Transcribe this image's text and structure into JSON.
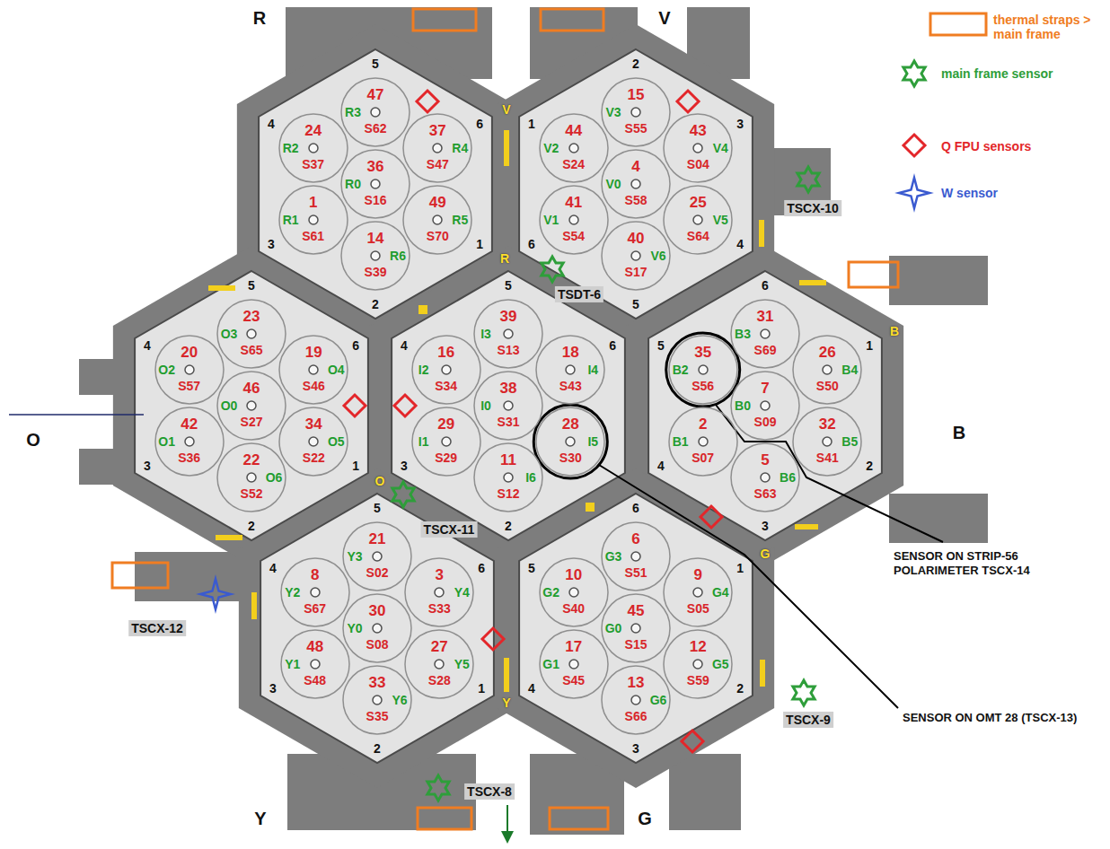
{
  "diagram": {
    "nodes": [
      {
        "text": [
          "47",
          "R3",
          "S62"
        ]
      },
      {
        "text": [
          "24",
          "R2",
          "S37"
        ]
      },
      {
        "text": [
          "37",
          "R4",
          "S47"
        ]
      },
      {
        "text": [
          "36",
          "R0",
          "S16"
        ]
      },
      {
        "text": [
          "1",
          "R1",
          "S61"
        ]
      },
      {
        "text": [
          "49",
          "R5",
          "S70"
        ]
      },
      {
        "text": [
          "14",
          "R6",
          "S39"
        ]
      },
      {
        "text": [
          "15",
          "V3",
          "S55"
        ]
      },
      {
        "text": [
          "44",
          "V2",
          "S24"
        ]
      },
      {
        "text": [
          "43",
          "V4",
          "S04"
        ]
      },
      {
        "text": [
          "4",
          "V0",
          "S58"
        ]
      },
      {
        "text": [
          "41",
          "V1",
          "S54"
        ]
      },
      {
        "text": [
          "25",
          "V5",
          "S64"
        ]
      },
      {
        "text": [
          "40",
          "V6",
          "S17"
        ]
      },
      {
        "text": [
          "23",
          "O3",
          "S65"
        ]
      },
      {
        "text": [
          "20",
          "O2",
          "S57"
        ]
      },
      {
        "text": [
          "19",
          "O4",
          "S46"
        ]
      },
      {
        "text": [
          "46",
          "O0",
          "S27"
        ]
      },
      {
        "text": [
          "42",
          "O1",
          "S36"
        ]
      },
      {
        "text": [
          "34",
          "O5",
          "S22"
        ]
      },
      {
        "text": [
          "22",
          "O6",
          "S52"
        ]
      },
      {
        "text": [
          "39",
          "I3",
          "S13"
        ]
      },
      {
        "text": [
          "16",
          "I2",
          "S34"
        ]
      },
      {
        "text": [
          "18",
          "I4",
          "S43"
        ]
      },
      {
        "text": [
          "38",
          "I0",
          "S31"
        ]
      },
      {
        "text": [
          "29",
          "I1",
          "S29"
        ]
      },
      {
        "text": [
          "28",
          "I5",
          "S30"
        ]
      },
      {
        "text": [
          "11",
          "I6",
          "S12"
        ]
      },
      {
        "text": [
          "31",
          "B3",
          "S69"
        ]
      },
      {
        "text": [
          "35",
          "B2",
          "S56"
        ]
      },
      {
        "text": [
          "26",
          "B4",
          "S50"
        ]
      },
      {
        "text": [
          "7",
          "B0",
          "S09"
        ]
      },
      {
        "text": [
          "2",
          "B1",
          "S07"
        ]
      },
      {
        "text": [
          "32",
          "B5",
          "S41"
        ]
      },
      {
        "text": [
          "5",
          "B6",
          "S63"
        ]
      },
      {
        "text": [
          "21",
          "Y3",
          "S02"
        ]
      },
      {
        "text": [
          "8",
          "Y2",
          "S67"
        ]
      },
      {
        "text": [
          "3",
          "Y4",
          "S33"
        ]
      },
      {
        "text": [
          "30",
          "Y0",
          "S08"
        ]
      },
      {
        "text": [
          "48",
          "Y1",
          "S48"
        ]
      },
      {
        "text": [
          "27",
          "Y5",
          "S28"
        ]
      },
      {
        "text": [
          "33",
          "Y6",
          "S35"
        ]
      },
      {
        "text": [
          "6",
          "G3",
          "S51"
        ]
      },
      {
        "text": [
          "10",
          "G2",
          "S40"
        ]
      },
      {
        "text": [
          "9",
          "G4",
          "S05"
        ]
      },
      {
        "text": [
          "45",
          "G0",
          "S15"
        ]
      },
      {
        "text": [
          "17",
          "G1",
          "S45"
        ]
      },
      {
        "text": [
          "12",
          "G5",
          "S59"
        ]
      },
      {
        "text": [
          "13",
          "G6",
          "S66"
        ]
      }
    ],
    "labels": [
      "R",
      "V",
      "O",
      "B",
      "Y",
      "G",
      "V",
      "R",
      "O",
      "B",
      "G",
      "Y",
      "5",
      "6",
      "1",
      "2",
      "3",
      "4",
      "2",
      "3",
      "4",
      "5",
      "6",
      "1",
      "5",
      "6",
      "1",
      "2",
      "3",
      "4",
      "5",
      "6",
      "2",
      "3",
      "4",
      "6",
      "1",
      "2",
      "3",
      "4",
      "5",
      "5",
      "6",
      "1",
      "2",
      "3",
      "4",
      "6",
      "1",
      "2",
      "3",
      "4",
      "5",
      "TSCX-10",
      "TSDT-6",
      "TSCX-11",
      "TSCX-12",
      "TSCX-9",
      "TSCX-8",
      "SENSOR ON STRIP-56 POLARIMETER TSCX-14",
      "SENSOR ON OMT 28 (TSCX-13)"
    ],
    "legend": [
      {
        "text": "thermal straps > main frame"
      },
      {
        "text": "main frame sensor"
      },
      {
        "text": "Q FPU sensors"
      },
      {
        "text": "W sensor"
      }
    ]
  }
}
